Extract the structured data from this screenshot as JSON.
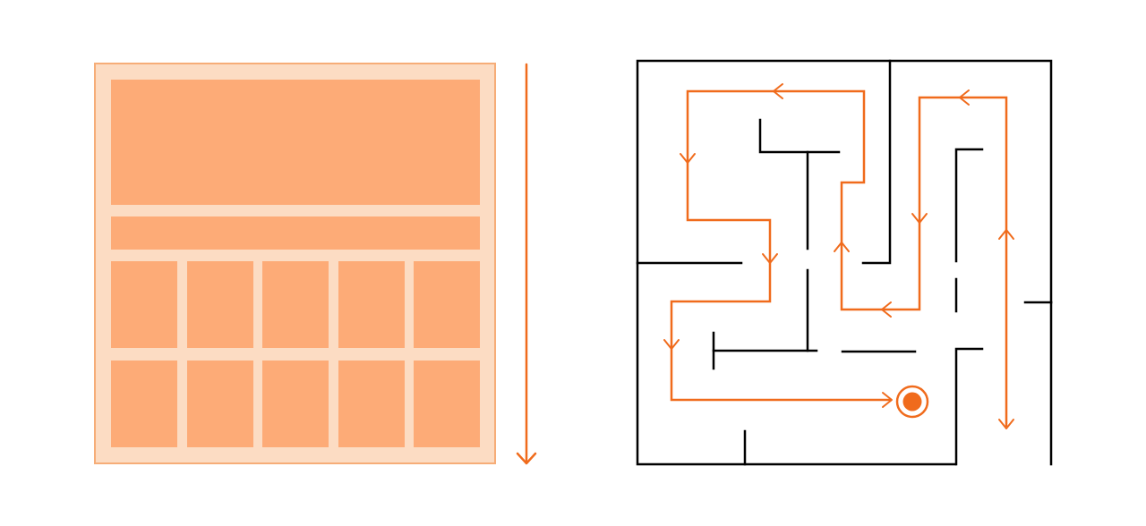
{
  "colors": {
    "accent": "#f06b1c",
    "wireframe_bg": "#fcdcc3",
    "wireframe_block": "#fdab77",
    "maze_wall": "#000000",
    "background": "#ffffff"
  },
  "wireframe": {
    "blocks": {
      "hero": 1,
      "bar": 1,
      "grid_rows": 2,
      "grid_columns": 5
    },
    "scan_direction": "top-to-bottom"
  },
  "maze": {
    "path": "winding",
    "goal_marker": "target-dot"
  }
}
